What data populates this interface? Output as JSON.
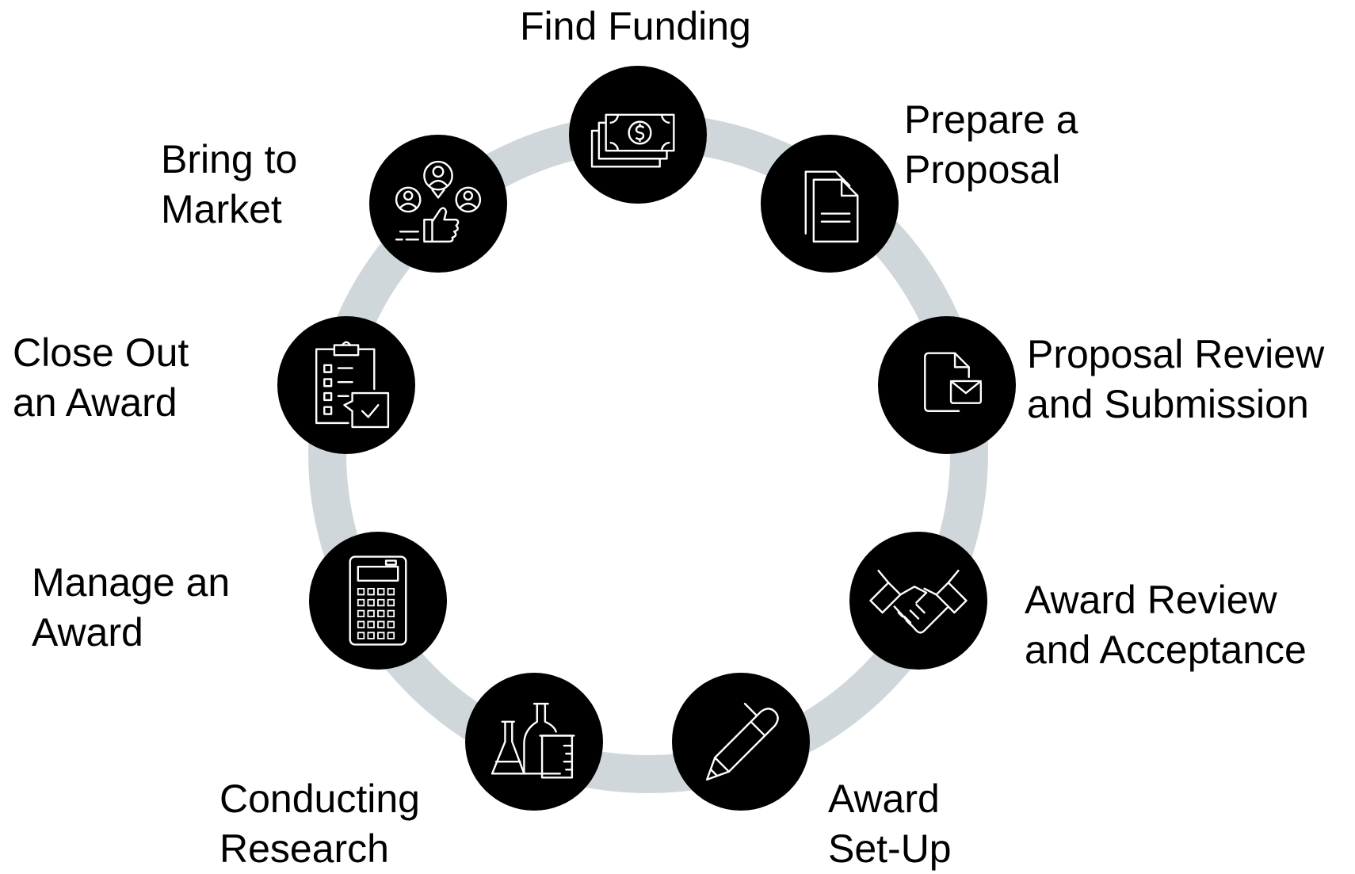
{
  "diagram": {
    "colors": {
      "ring": "#d0d7db",
      "node": "#000000",
      "icon": "#ffffff",
      "text": "#000000"
    },
    "stages": [
      {
        "id": "find-funding",
        "icon": "money-stack-icon",
        "lines": [
          "Find Funding"
        ]
      },
      {
        "id": "prepare-proposal",
        "icon": "document-icon",
        "lines": [
          "Prepare a",
          "Proposal"
        ]
      },
      {
        "id": "proposal-review",
        "icon": "document-envelope-icon",
        "lines": [
          "Proposal Review",
          "and Submission"
        ]
      },
      {
        "id": "award-review",
        "icon": "handshake-icon",
        "lines": [
          "Award Review",
          "and Acceptance"
        ]
      },
      {
        "id": "award-setup",
        "icon": "pen-icon",
        "lines": [
          "Award",
          "Set-Up"
        ]
      },
      {
        "id": "conducting-research",
        "icon": "lab-flasks-icon",
        "lines": [
          "Conducting",
          "Research"
        ]
      },
      {
        "id": "manage-award",
        "icon": "calculator-icon",
        "lines": [
          "Manage an",
          "Award"
        ]
      },
      {
        "id": "close-out",
        "icon": "checklist-icon",
        "lines": [
          "Close Out",
          "an Award"
        ]
      },
      {
        "id": "bring-to-market",
        "icon": "people-thumbs-up-icon",
        "lines": [
          "Bring to",
          "Market"
        ]
      }
    ]
  }
}
